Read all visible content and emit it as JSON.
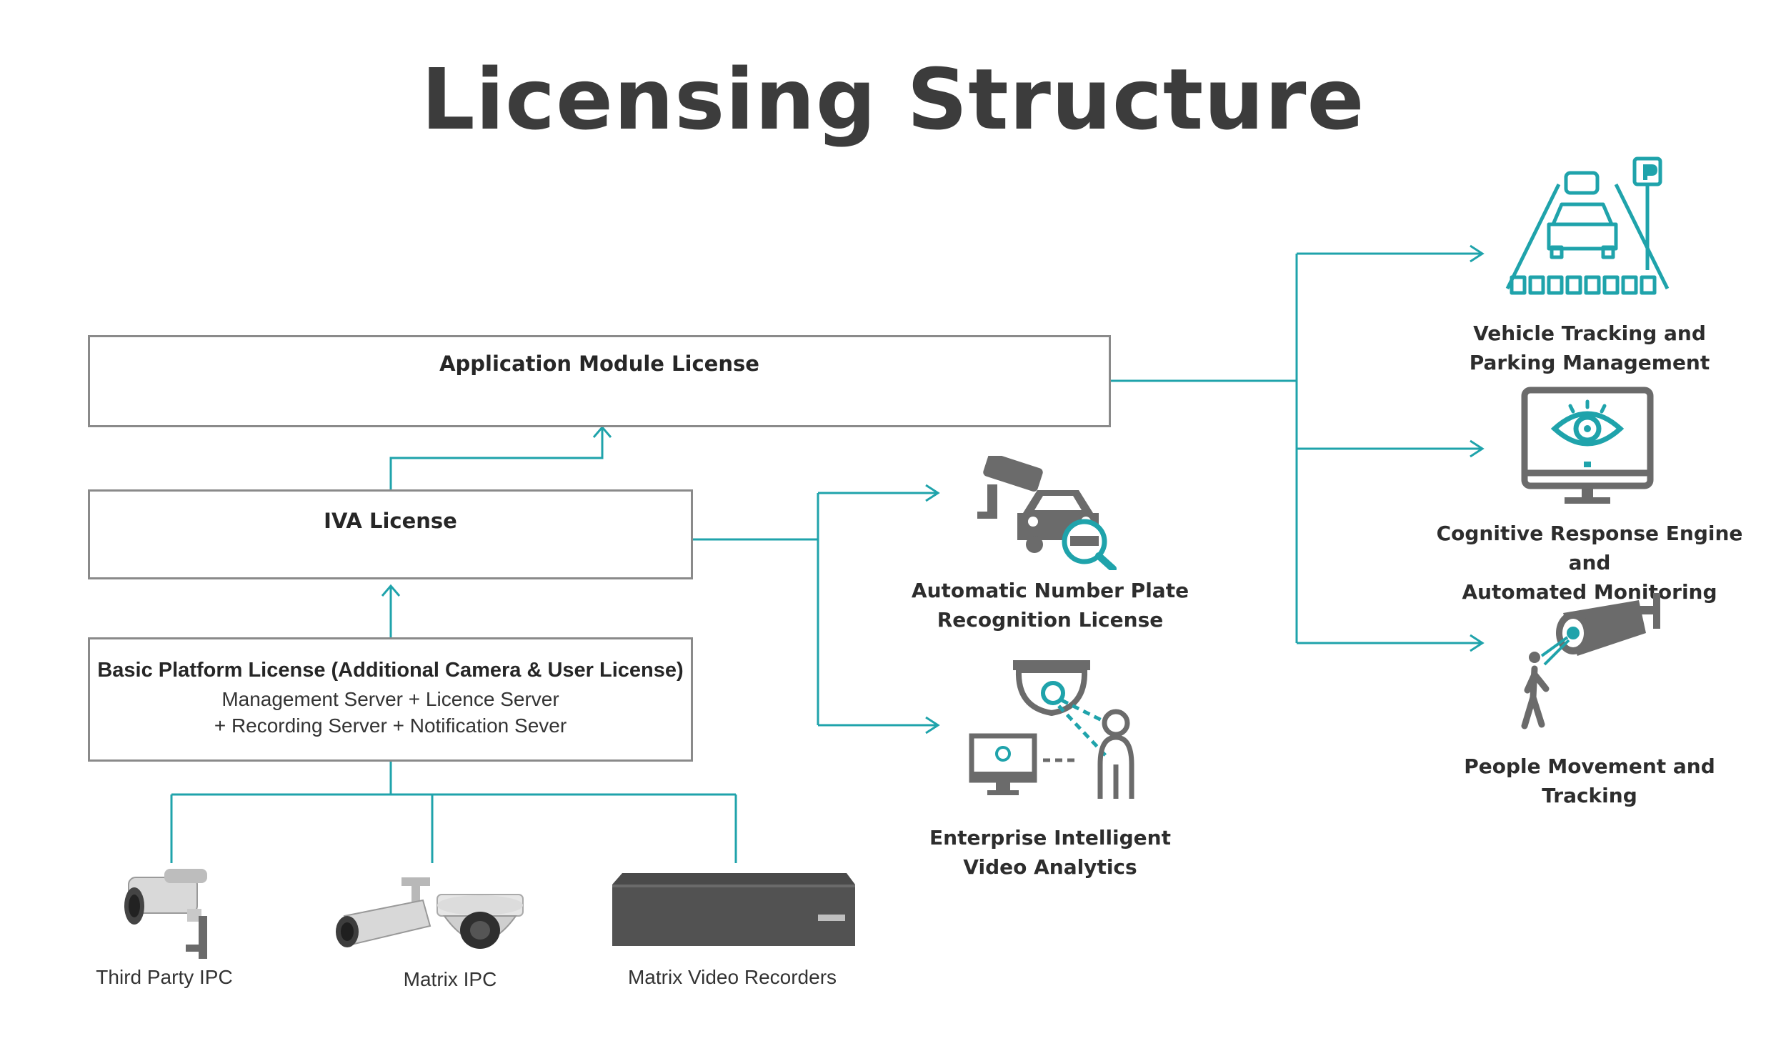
{
  "title": "Licensing Structure",
  "boxes": {
    "application": {
      "title": "Application Module License"
    },
    "iva": {
      "title": "IVA License"
    },
    "basic": {
      "title": "Basic Platform License (Additional Camera & User License)",
      "line1": "Management Server + Licence Server",
      "line2": "+ Recording Server + Notification Sever"
    }
  },
  "devices": {
    "third_party": "Third Party IPC",
    "matrix_ipc": "Matrix IPC",
    "recorders": "Matrix Video Recorders"
  },
  "iva_modules": {
    "anpr": {
      "line1": "Automatic Number Plate",
      "line2": "Recognition License",
      "icon": "car-camera-icon"
    },
    "eiva": {
      "line1": "Enterprise Intelligent",
      "line2": "Video Analytics",
      "icon": "dome-camera-person-icon"
    }
  },
  "app_modules": {
    "vehicle": {
      "line1": "Vehicle Tracking and",
      "line2": "Parking Management",
      "icon": "parking-car-icon"
    },
    "cognitive": {
      "line1": "Cognitive Response Engine and",
      "line2": "Automated Monitoring",
      "icon": "monitor-eye-icon"
    },
    "people": {
      "line1": "People Movement and",
      "line2": "Tracking",
      "icon": "people-tracking-camera-icon"
    }
  },
  "colors": {
    "accent": "#1fa3ab",
    "icon_gray": "#6b6b6b",
    "box_border": "#8a8a8a",
    "title": "#3c3c3c"
  }
}
